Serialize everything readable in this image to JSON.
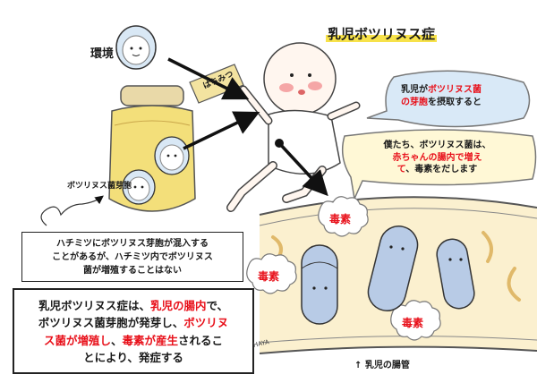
{
  "title": "乳児ボツリヌス症",
  "env_label": "環境",
  "spore_label": "ボツリヌス菌芽胞",
  "honey_tag": "はちみつ",
  "bubble_baby": {
    "l1a": "乳児が",
    "l1b": "ボツリヌス菌",
    "l2a": "の芽胞",
    "l2b": "を摂取すると"
  },
  "bubble_bacteria": {
    "l1": "僕たち、ボツリヌス菌は、",
    "l2": "赤ちゃんの腸内で増え",
    "l3a": "て",
    "l3b": "、毒素をだします"
  },
  "honey_note": {
    "l1": "ハチミツにボツリヌス芽胞が混入する",
    "l2": "ことがあるが、ハチミツ内でボツリヌス",
    "l3": "菌が増殖することはない"
  },
  "summary": {
    "l1a": "乳児ボツリヌス症は、",
    "l1b": "乳児の腸内",
    "l1c": "で、",
    "l2a": "ボツリヌス菌芽胞が発芽し、",
    "l2b": "ボツリヌ",
    "l3a": "ス菌が増殖し",
    "l3b": "、",
    "l3c": "毒素が産生",
    "l3d": "されるこ",
    "l4": "とにより、発症する"
  },
  "toxin_label": "毒素",
  "gut_label": "↑ 乳児の腸管",
  "signature": "HAYA"
}
